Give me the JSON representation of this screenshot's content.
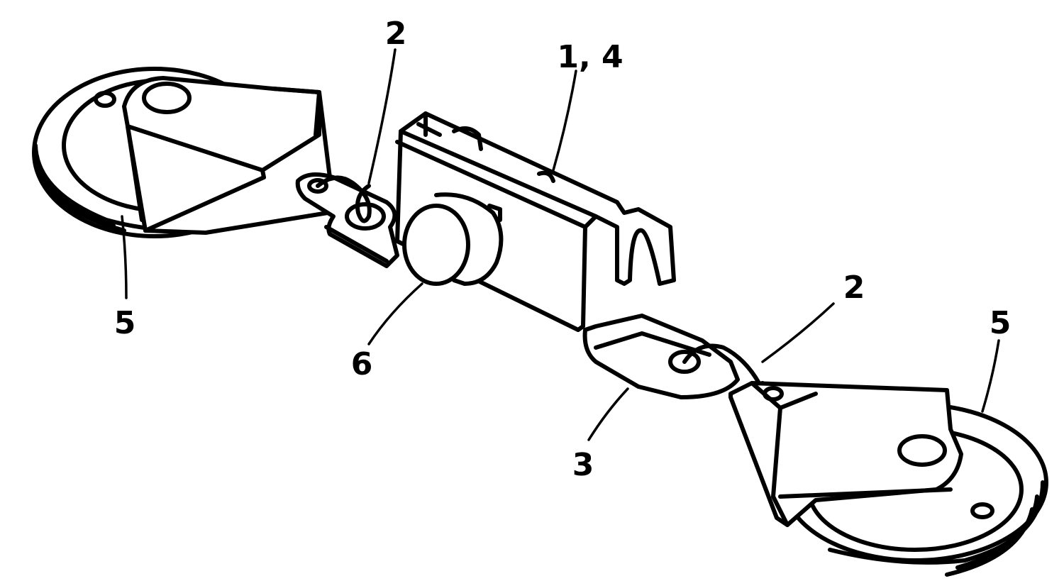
{
  "callouts": {
    "c2_top": "2",
    "c14": "1, 4",
    "c5_left": "5",
    "c6": "6",
    "c3": "3",
    "c2_right": "2",
    "c5_right": "5"
  },
  "colors": {
    "ink": "#000000",
    "paper": "#ffffff"
  }
}
